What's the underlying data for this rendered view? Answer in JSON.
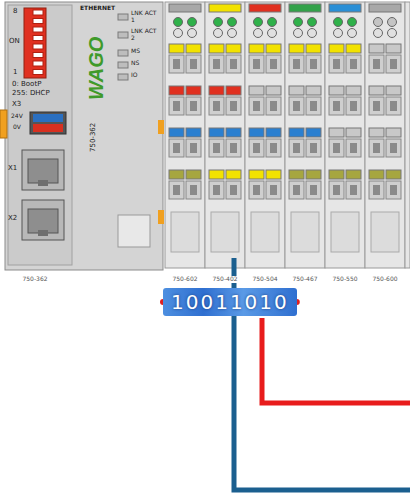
{
  "diagram": {
    "nodes": [
      {
        "text": [
          "10011010"
        ]
      }
    ],
    "labels": [
      "8",
      "ON",
      "1",
      "0: BootP",
      "255: DHCP",
      "X3",
      "24V",
      "0V",
      "X1",
      "X2",
      "ETHERNET",
      "LNK ACT 1",
      "LNK ACT 2",
      "MS",
      "NS",
      "IO",
      "WAGO",
      "750-362",
      "750-362",
      "750-602",
      "750-402",
      "750-504",
      "750-467",
      "750-550",
      "750-600"
    ]
  }
}
